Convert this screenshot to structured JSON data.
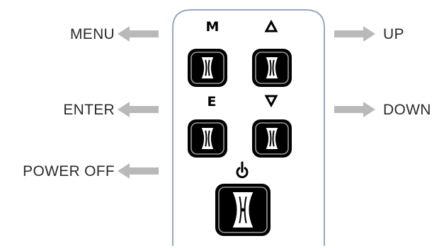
{
  "labels": {
    "menu": "MENU",
    "enter": "ENTER",
    "power_off": "POWER OFF",
    "up": "UP",
    "down": "DOWN"
  },
  "button_markers": {
    "menu": "M",
    "enter": "E"
  },
  "icons": [
    "triangle-up-icon",
    "triangle-down-icon",
    "power-icon",
    "arrow-left-icon",
    "arrow-right-icon"
  ],
  "colors": {
    "panel_border": "#9aa6c8",
    "arrow": "#b9b9b9",
    "button": "#000000",
    "text": "#2b2b2b"
  }
}
